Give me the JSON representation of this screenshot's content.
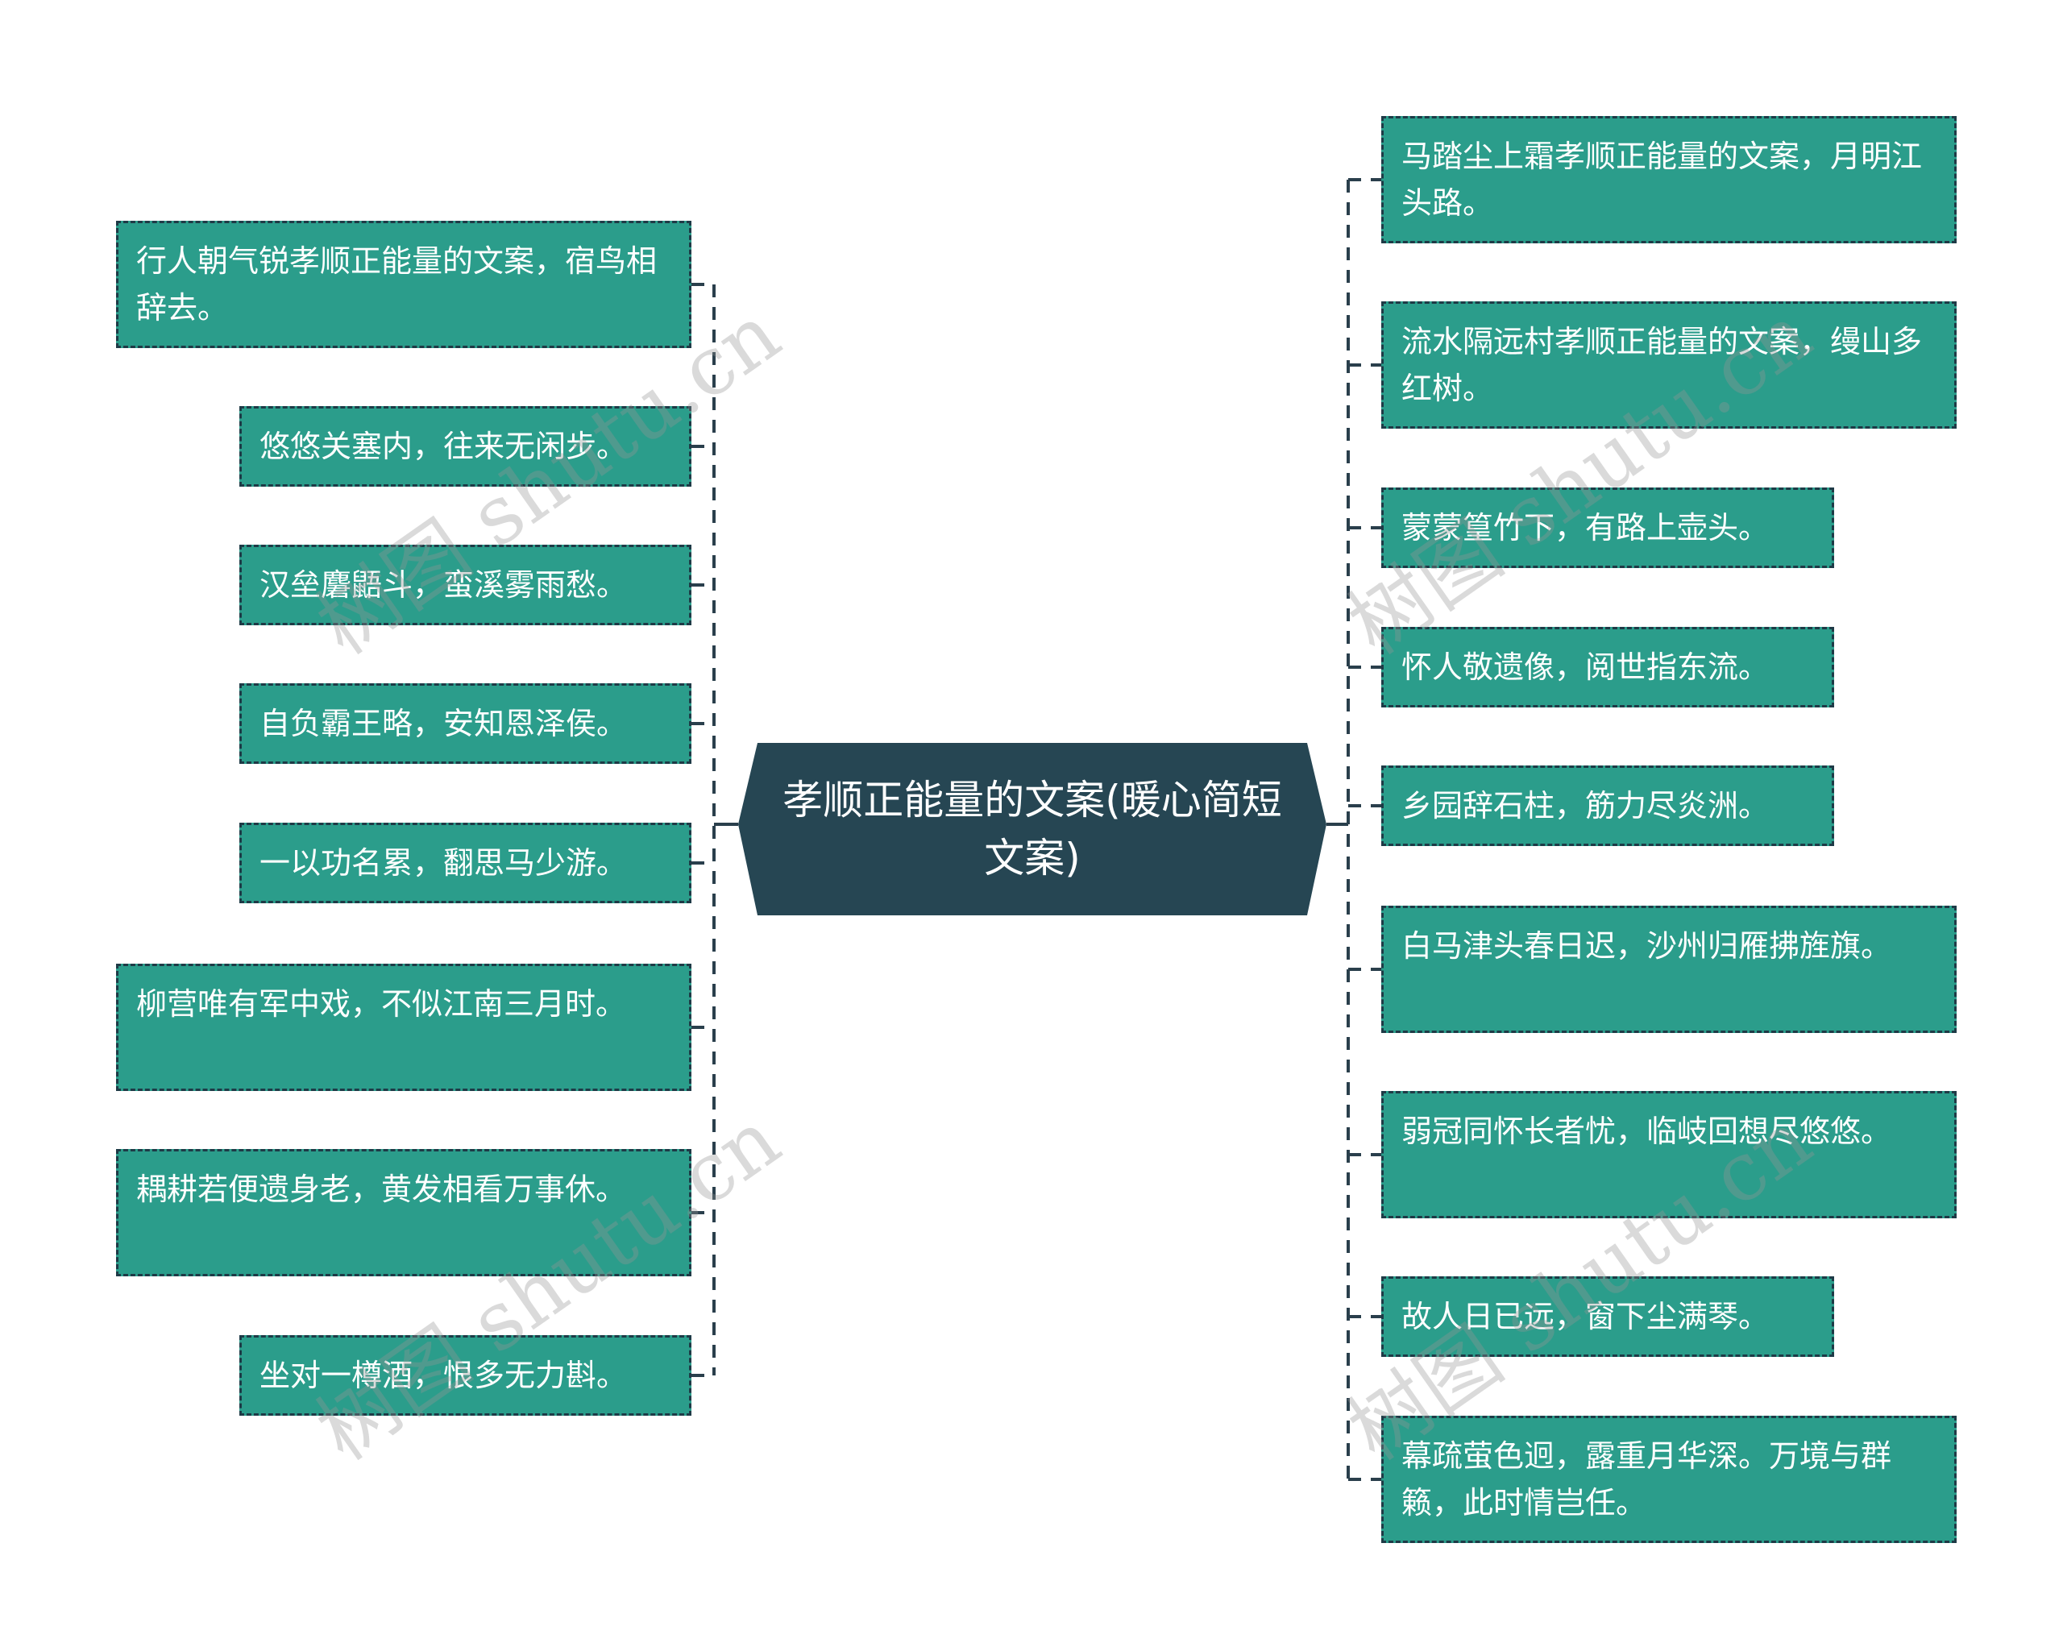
{
  "center": {
    "title": "孝顺正能量的文案(暖心简短文案)",
    "fill": "#264653"
  },
  "colors": {
    "node_fill": "#2b9d8b",
    "node_border": "#1e3a46",
    "connector": "#2a3f4c"
  },
  "left_nodes": [
    {
      "text": "行人朝气锐孝顺正能量的文案，宿鸟相辞去。"
    },
    {
      "text": "悠悠关塞内，往来无闲步。"
    },
    {
      "text": "汉垒麏鼯斗，蛮溪雾雨愁。"
    },
    {
      "text": "自负霸王略，安知恩泽侯。"
    },
    {
      "text": "一以功名累，翻思马少游。"
    },
    {
      "text": "柳营唯有军中戏，不似江南三月时。"
    },
    {
      "text": "耦耕若便遗身老，黄发相看万事休。"
    },
    {
      "text": "坐对一樽酒，恨多无力斟。"
    }
  ],
  "right_nodes": [
    {
      "text": "马踏尘上霜孝顺正能量的文案，月明江头路。"
    },
    {
      "text": "流水隔远村孝顺正能量的文案，缦山多红树。"
    },
    {
      "text": "蒙蒙篁竹下，有路上壶头。"
    },
    {
      "text": "怀人敬遗像，阅世指东流。"
    },
    {
      "text": "乡园辞石柱，筋力尽炎洲。"
    },
    {
      "text": "白马津头春日迟，沙州归雁拂旌旗。"
    },
    {
      "text": "弱冠同怀长者忧，临岐回想尽悠悠。"
    },
    {
      "text": "故人日已远，窗下尘满琴。"
    },
    {
      "text": "幕疏萤色迥，露重月华深。万境与群籁，此时情岂任。"
    }
  ],
  "watermark": {
    "text": "树图 shutu.cn"
  }
}
